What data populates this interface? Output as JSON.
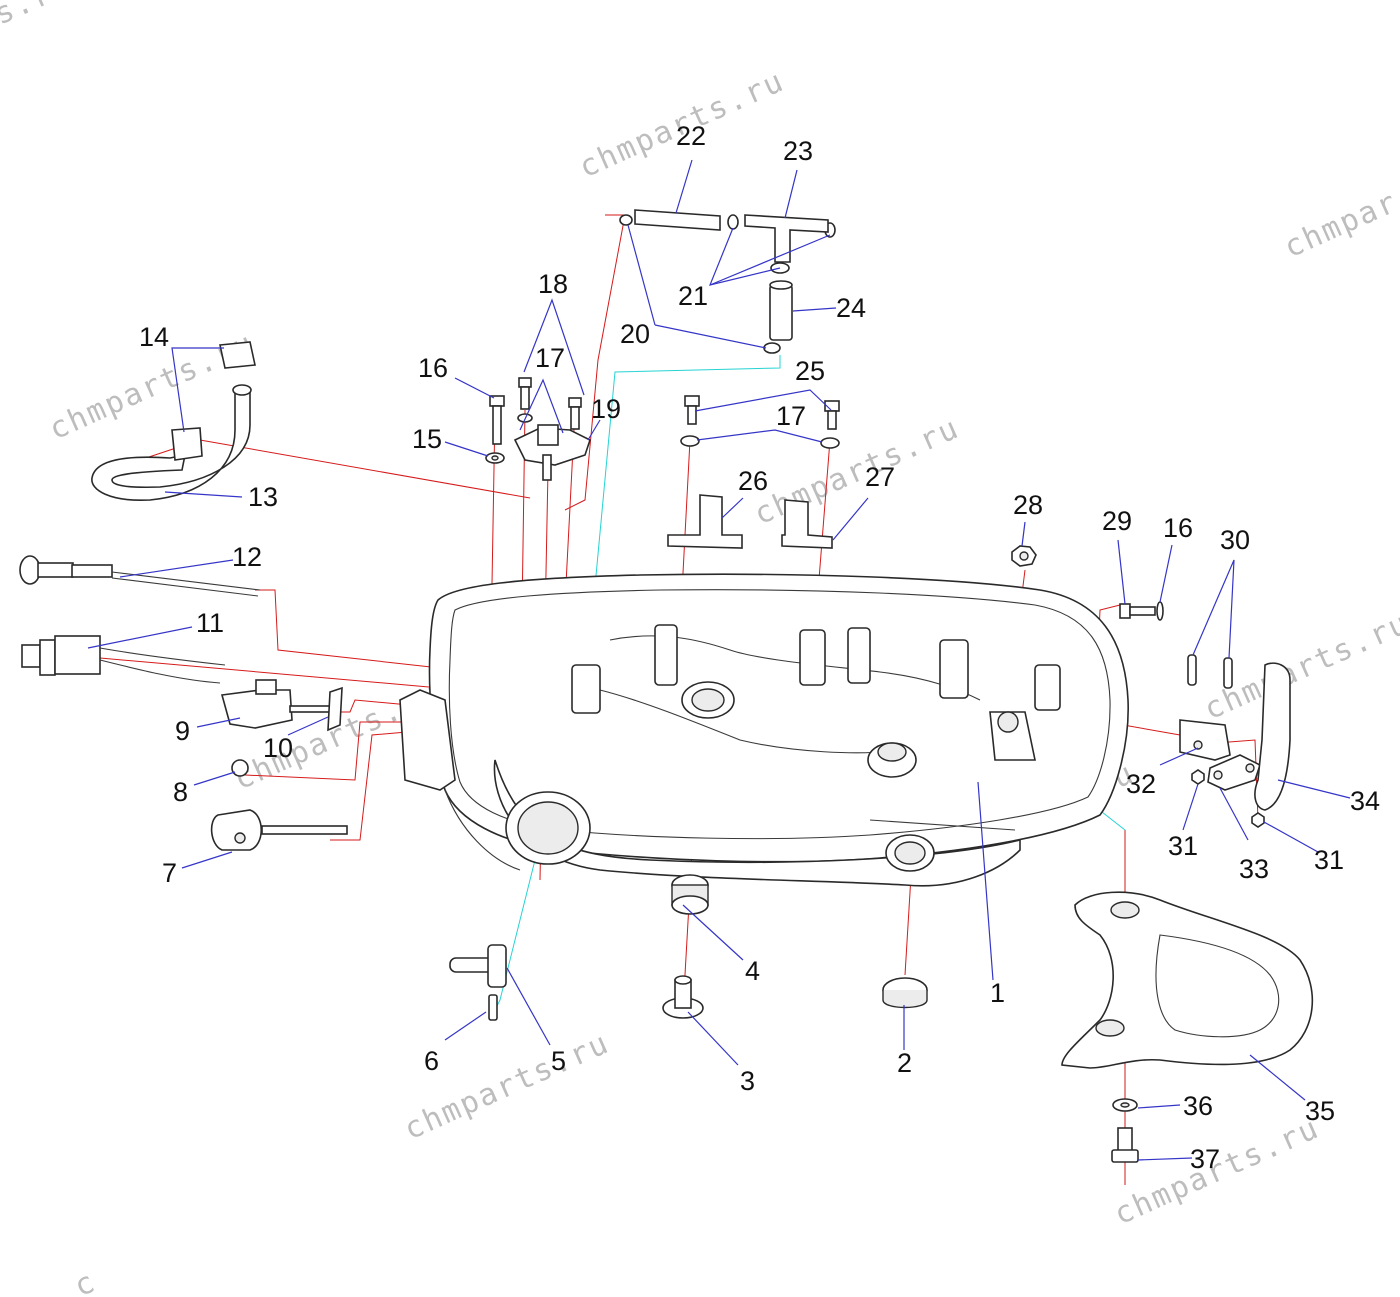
{
  "diagram": {
    "colors": {
      "leader": "#3535c8",
      "assembly_line_red": "#d61a1a",
      "assembly_line_cyan": "#26d3d3",
      "watermark": "#bdbdbd"
    },
    "watermarks": [
      "chmparts.ru",
      "chmparts.ru",
      "chmparts.ru",
      "chmparts.ru",
      "chmparts.ru",
      "chmparts.ru",
      "chmparts.ru",
      "chmparts.ru",
      "s.r",
      "chmpar",
      "c"
    ],
    "callouts": [
      {
        "id": "1",
        "label": "1"
      },
      {
        "id": "2",
        "label": "2"
      },
      {
        "id": "3",
        "label": "3"
      },
      {
        "id": "4",
        "label": "4"
      },
      {
        "id": "5",
        "label": "5"
      },
      {
        "id": "6",
        "label": "6"
      },
      {
        "id": "7",
        "label": "7"
      },
      {
        "id": "8",
        "label": "8"
      },
      {
        "id": "9",
        "label": "9"
      },
      {
        "id": "10",
        "label": "10"
      },
      {
        "id": "11",
        "label": "11"
      },
      {
        "id": "12",
        "label": "12"
      },
      {
        "id": "13",
        "label": "13"
      },
      {
        "id": "14",
        "label": "14"
      },
      {
        "id": "15",
        "label": "15"
      },
      {
        "id": "16a",
        "label": "16"
      },
      {
        "id": "16b",
        "label": "16"
      },
      {
        "id": "17a",
        "label": "17"
      },
      {
        "id": "17b",
        "label": "17"
      },
      {
        "id": "18",
        "label": "18"
      },
      {
        "id": "19",
        "label": "19"
      },
      {
        "id": "20",
        "label": "20"
      },
      {
        "id": "21",
        "label": "21"
      },
      {
        "id": "22",
        "label": "22"
      },
      {
        "id": "23",
        "label": "23"
      },
      {
        "id": "24",
        "label": "24"
      },
      {
        "id": "25",
        "label": "25"
      },
      {
        "id": "26",
        "label": "26"
      },
      {
        "id": "27",
        "label": "27"
      },
      {
        "id": "28",
        "label": "28"
      },
      {
        "id": "29",
        "label": "29"
      },
      {
        "id": "30",
        "label": "30"
      },
      {
        "id": "31a",
        "label": "31"
      },
      {
        "id": "31b",
        "label": "31"
      },
      {
        "id": "32",
        "label": "32"
      },
      {
        "id": "33",
        "label": "33"
      },
      {
        "id": "34",
        "label": "34"
      },
      {
        "id": "35",
        "label": "35"
      },
      {
        "id": "36",
        "label": "36"
      },
      {
        "id": "37",
        "label": "37"
      }
    ]
  }
}
